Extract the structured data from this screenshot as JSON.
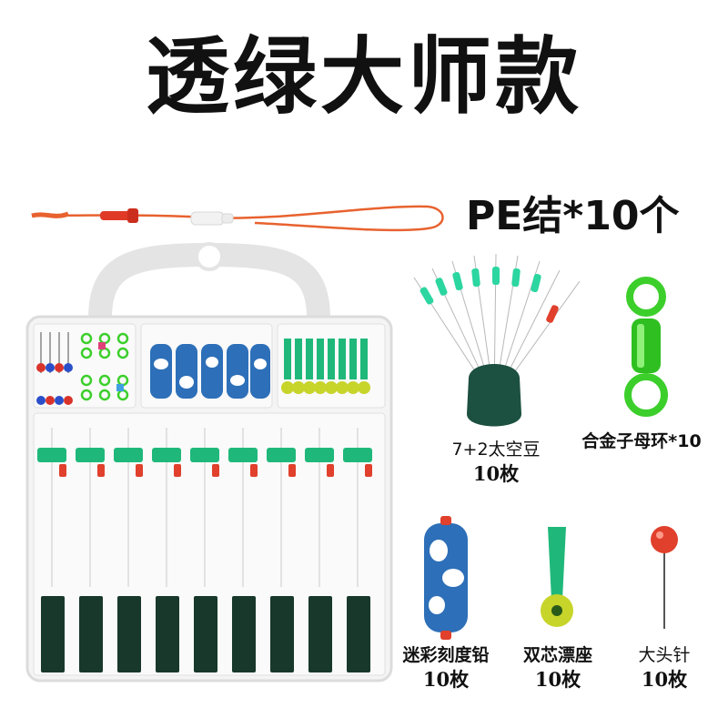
{
  "title": "透绿大师款",
  "pe_label": "PE结*10个",
  "items": [
    {
      "name": "7+2太空豆",
      "qty": "10枚"
    },
    {
      "name": "合金子母环*10",
      "qty": ""
    },
    {
      "name": "迷彩刻度铅",
      "qty": "10枚"
    },
    {
      "name": "双芯漂座",
      "qty": "10枚"
    },
    {
      "name": "大头针",
      "qty": "10枚"
    }
  ],
  "colors": {
    "accent_green": "#1fb87a",
    "ring_green": "#3ccf2b",
    "line_orange": "#e8622f",
    "bead_red": "#e0402c",
    "camo_blue": "#2d6fb8",
    "case_gray": "#e6e6e6"
  }
}
